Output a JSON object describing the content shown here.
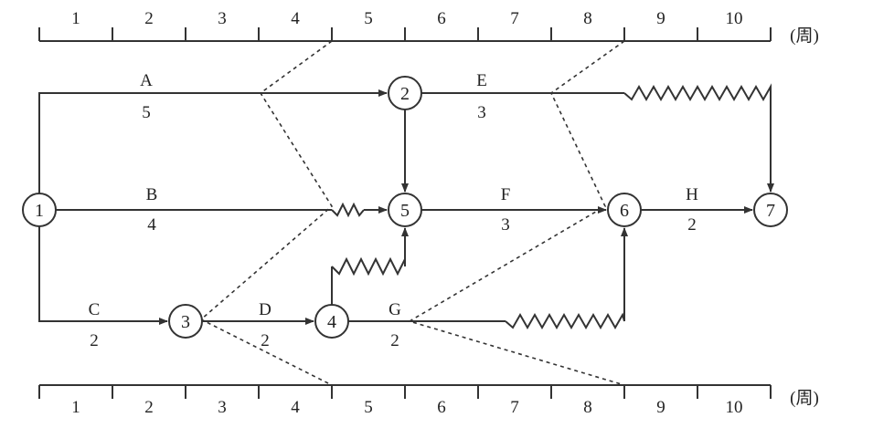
{
  "time_unit": "(周)",
  "weeks": [
    "1",
    "2",
    "3",
    "4",
    "5",
    "6",
    "7",
    "8",
    "9",
    "10"
  ],
  "nodes": {
    "n1": "1",
    "n2": "2",
    "n3": "3",
    "n4": "4",
    "n5": "5",
    "n6": "6",
    "n7": "7"
  },
  "activities": {
    "A": {
      "name": "A",
      "duration": "5"
    },
    "B": {
      "name": "B",
      "duration": "4"
    },
    "C": {
      "name": "C",
      "duration": "2"
    },
    "D": {
      "name": "D",
      "duration": "2"
    },
    "E": {
      "name": "E",
      "duration": "3"
    },
    "F": {
      "name": "F",
      "duration": "3"
    },
    "G": {
      "name": "G",
      "duration": "2"
    },
    "H": {
      "name": "H",
      "duration": "2"
    }
  }
}
